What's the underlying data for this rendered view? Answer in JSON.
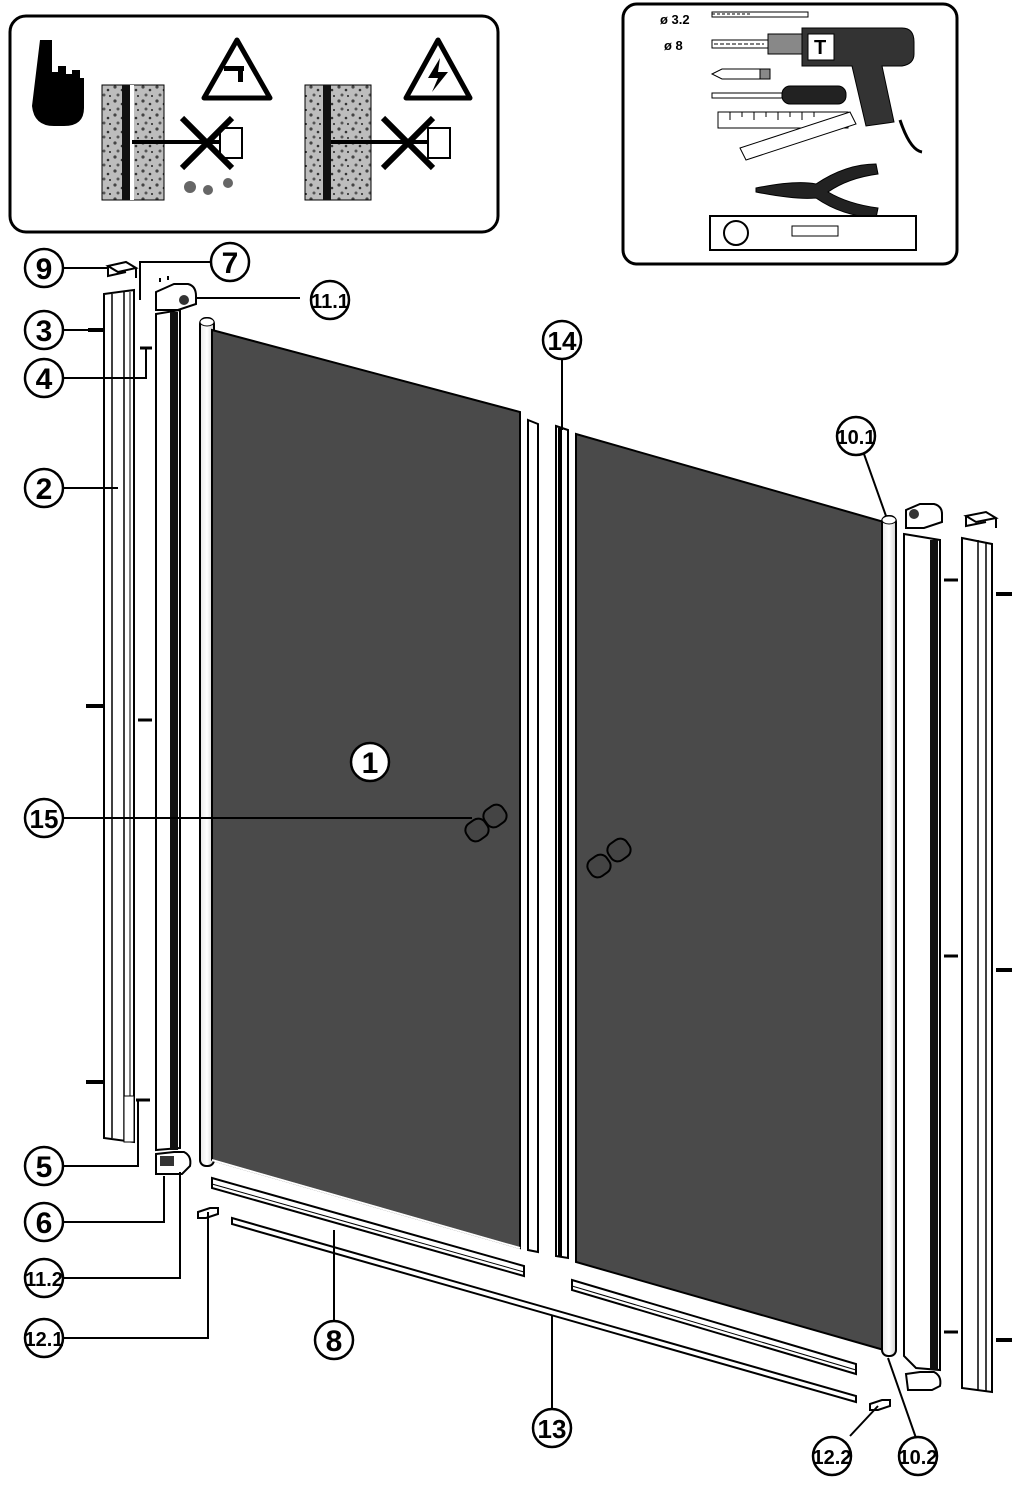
{
  "warning_panel": {
    "hand_icon": "pointing-hand-icon",
    "left_warning_icon": "water-pipe-warning-icon",
    "right_warning_icon": "electric-cable-warning-icon",
    "wall_icon": "concrete-wall-cross-section-icon",
    "forbidden_icon": "crossed-out-drilling-icon"
  },
  "tools_panel": {
    "drill_sizes": [
      "ø 3.2",
      "ø 8"
    ],
    "drill_brand": "T",
    "tools": [
      "drill-bit-icon",
      "masonry-bit-icon",
      "power-drill-icon",
      "pencil-icon",
      "screwdriver-icon",
      "tape-measure-icon",
      "folding-ruler-icon",
      "pliers-icon",
      "spirit-level-icon"
    ]
  },
  "callouts": {
    "c1": "1",
    "c2": "2",
    "c3": "3",
    "c4": "4",
    "c5": "5",
    "c6": "6",
    "c7": "7",
    "c8": "8",
    "c9": "9",
    "c10_1": "10.1",
    "c10_2": "10.2",
    "c11_1": "11.1",
    "c11_2": "11.2",
    "c12_1": "12.1",
    "c12_2": "12.2",
    "c13": "13",
    "c14": "14",
    "c15": "15"
  },
  "colors": {
    "glass": "#4a4a4a",
    "frame": "#ffffff",
    "line": "#000000"
  }
}
